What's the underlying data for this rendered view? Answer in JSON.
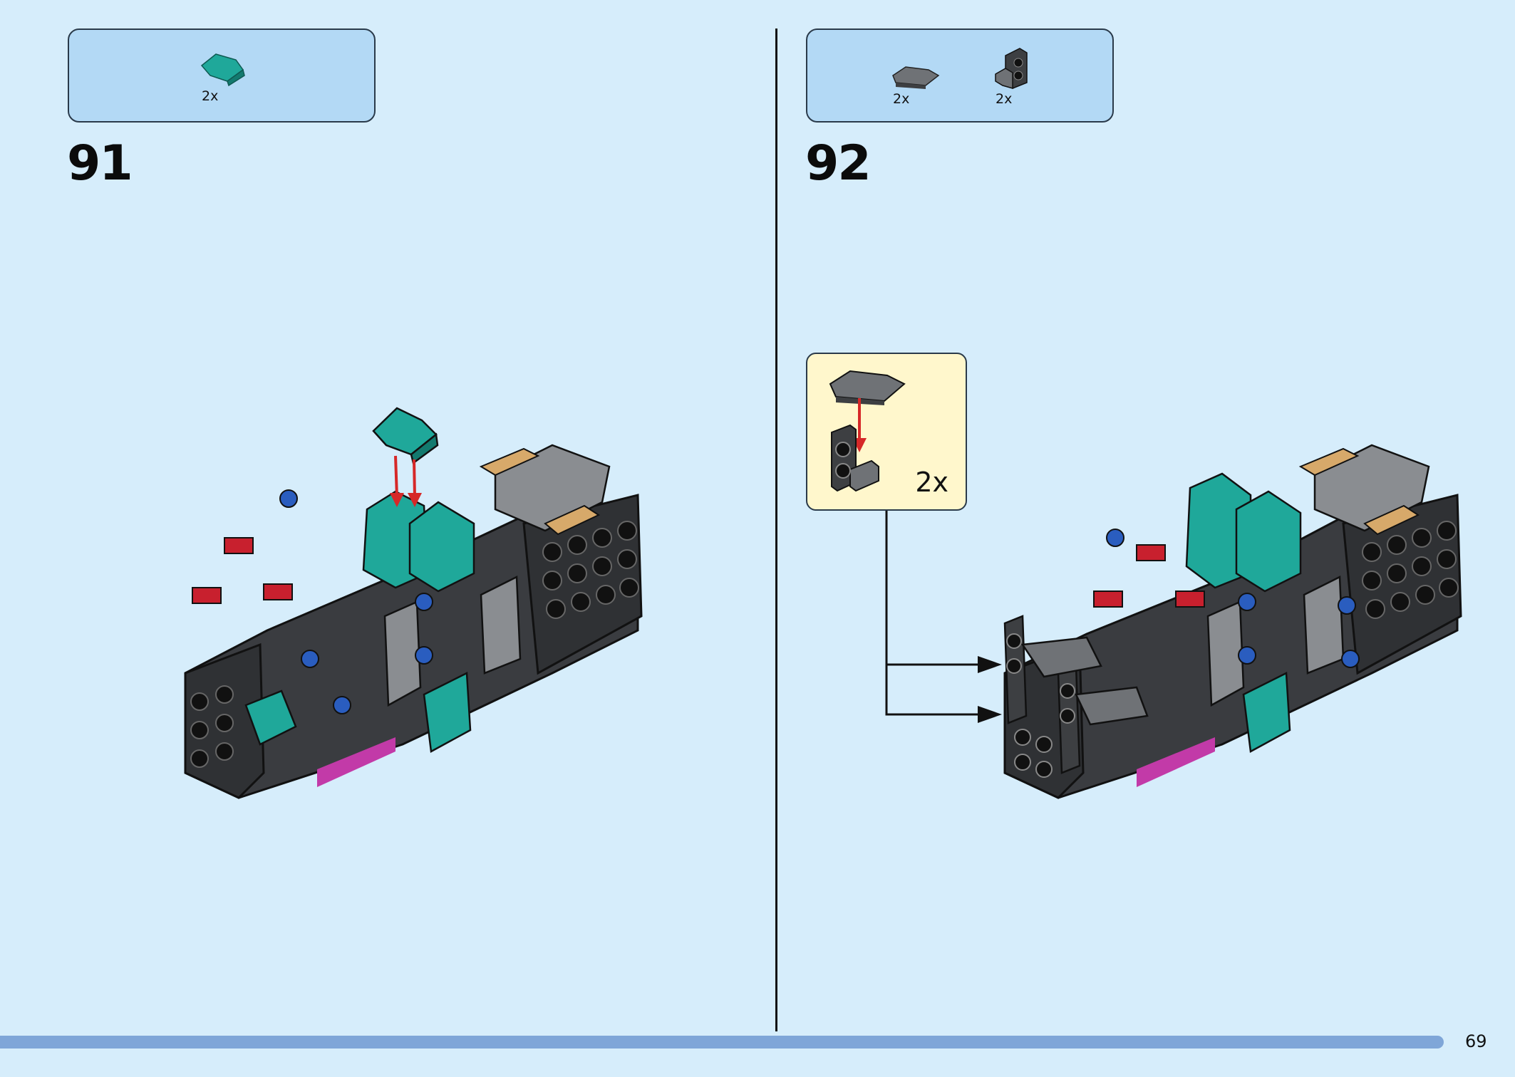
{
  "steps": [
    {
      "number": "91",
      "parts": [
        {
          "icon": "teal-curved-slope-piece-icon",
          "count": "2x"
        }
      ]
    },
    {
      "number": "92",
      "parts": [
        {
          "icon": "dark-gray-curved-tile-icon",
          "count": "2x"
        },
        {
          "icon": "dark-gray-bracket-piece-icon",
          "count": "2x"
        }
      ],
      "subassembly": {
        "count": "2x"
      }
    }
  ],
  "page_number": "69",
  "colors": {
    "background": "#d6edfb",
    "parts_box": "#b3d9f5",
    "subassembly_box": "#fff7cc",
    "footer_bar": "#7fa6d8",
    "teal": "#1fa89a",
    "dark_gray": "#3d3f42",
    "arrow_red": "#d62828"
  }
}
